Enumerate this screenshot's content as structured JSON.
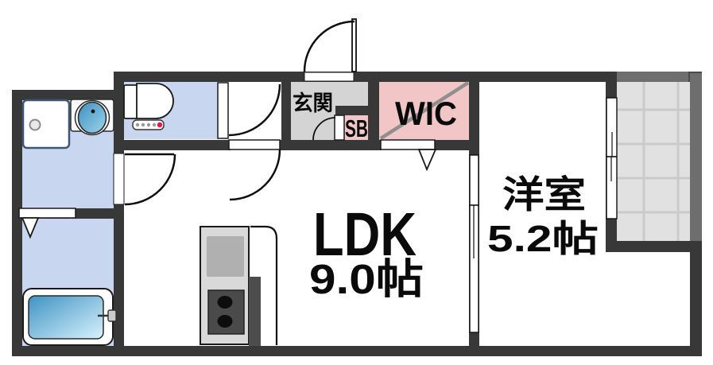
{
  "plan_type": "apartment-floor-plan",
  "rooms": {
    "ldk": {
      "label": "LDK",
      "size": "9.0帖"
    },
    "bedroom": {
      "label": "洋室",
      "size": "5.2帖"
    },
    "entrance": {
      "label": "玄関"
    },
    "wic": {
      "label": "WIC"
    },
    "shoe_box": {
      "label": "SB"
    }
  },
  "fixtures": [
    "entrance-door-swing",
    "toilet",
    "toilet-control-panel",
    "washing-machine-pan",
    "washbasin",
    "bathtub",
    "bath-folding-door",
    "kitchen-counter",
    "kitchen-sink",
    "kitchen-stove",
    "refrigerator-space",
    "sliding-door",
    "sliding-window",
    "balcony",
    "wic-folding-door",
    "shoe-box-door"
  ],
  "colors": {
    "wall": "#383838",
    "balcony_wall": "#6e6e6e",
    "wet_area_blue": "#c9d6f0",
    "closet_pink": "#f2c6c7",
    "entrance_gray": "#d4d4d4",
    "balcony_floor": "#e1e1e1",
    "balcony_grid": "#cacaca",
    "counter_gray": "#d9d9d9",
    "sink_gray": "#b0b0b0",
    "stove_dark": "#4a4a4a",
    "tub_blue_dark": "#3f93c4",
    "tub_blue_light": "#d9f2fc",
    "control_red": "#e8174b",
    "wic_diagonal": "#8f8f8f"
  }
}
